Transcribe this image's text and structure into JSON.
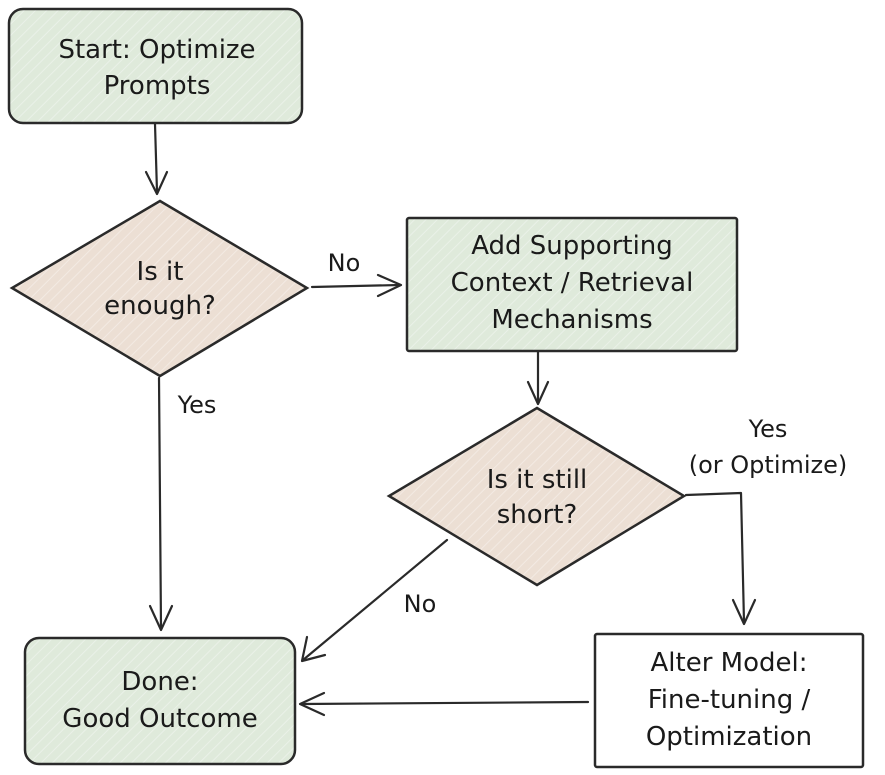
{
  "colors": {
    "process_fill": "#dfeadb",
    "decision_fill": "#ecdfd4",
    "plain_fill": "#ffffff",
    "stroke": "#2a2a2a"
  },
  "nodes": {
    "start": {
      "line1": "Start: Optimize",
      "line2": "Prompts"
    },
    "enough": {
      "line1": "Is it",
      "line2": "enough?"
    },
    "context": {
      "line1": "Add Supporting",
      "line2": "Context / Retrieval",
      "line3": "Mechanisms"
    },
    "short": {
      "line1": "Is it still",
      "line2": "short?"
    },
    "done": {
      "line1": "Done:",
      "line2": "Good Outcome"
    },
    "alter": {
      "line1": "Alter Model:",
      "line2": "Fine-tuning /",
      "line3": "Optimization"
    }
  },
  "edges": {
    "enough_no": "No",
    "enough_yes": "Yes",
    "short_yes_line1": "Yes",
    "short_yes_line2": "(or Optimize)",
    "short_no": "No"
  }
}
